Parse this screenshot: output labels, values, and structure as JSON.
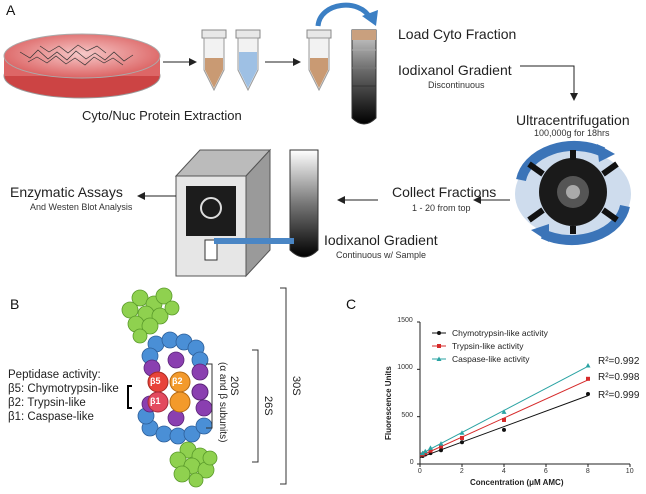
{
  "panels": {
    "a": "A",
    "b": "B",
    "c": "C"
  },
  "panel_a": {
    "extraction_label": "Cyto/Nuc Protein Extraction",
    "load_label": "Load Cyto Fraction",
    "gradient_label": "Iodixanol Gradient",
    "gradient_sub": "Discontinuous",
    "ultra_label": "Ultracentrifugation",
    "ultra_sub": "100,000g for 18hrs",
    "collect_label": "Collect Fractions",
    "collect_sub": "1 - 20 from top",
    "gradient2_label": "Iodixanol Gradient",
    "gradient2_sub": "Continuous w/ Sample",
    "assay_label": "Enzymatic Assays",
    "assay_sub": "And Westen Blot Analysis"
  },
  "panel_b": {
    "title": "Peptidase activity:",
    "items": [
      "β5: Chymotrypsin-like",
      "β2: Trypsin-like",
      "β1: Caspase-like"
    ],
    "subunits": {
      "b5": "β5",
      "b2": "β2",
      "b1": "β1"
    },
    "label_20s": "20S",
    "label_20s_sub": "(α and β subunits)",
    "label_26s": "26S",
    "label_30s": "30S",
    "colors": {
      "cap": "#8fd14f",
      "alpha": "#4a8fd6",
      "beta_outer": "#8a3fb0",
      "b5": "#e8433a",
      "b2": "#f39a2b",
      "b1": "#e34a5e"
    }
  },
  "chart_data": {
    "type": "scatter",
    "xlabel": "Concentration (μM AMC)",
    "ylabel": "Fluorescence Units",
    "xlim": [
      0,
      10
    ],
    "ylim": [
      0,
      1500
    ],
    "xticks": [
      0,
      2,
      4,
      6,
      8,
      10
    ],
    "yticks": [
      0,
      500,
      1000,
      1500
    ],
    "legend_position": "top-left",
    "series": [
      {
        "name": "Chymotrypsin-like activity",
        "color": "#111111",
        "marker": "circle",
        "x": [
          0.125,
          0.25,
          0.5,
          1,
          2,
          4,
          8
        ],
        "y": [
          85,
          100,
          115,
          145,
          230,
          360,
          740
        ],
        "r2": "R²=0.999"
      },
      {
        "name": "Trypsin-like activity",
        "color": "#d62a2a",
        "marker": "square",
        "x": [
          0.125,
          0.25,
          0.5,
          1,
          2,
          4,
          8
        ],
        "y": [
          100,
          115,
          140,
          185,
          275,
          465,
          900
        ],
        "r2": "R²=0.998"
      },
      {
        "name": "Caspase-like activity",
        "color": "#2aa3a3",
        "marker": "triangle",
        "x": [
          0.125,
          0.25,
          0.5,
          1,
          2,
          4,
          8
        ],
        "y": [
          115,
          135,
          170,
          215,
          330,
          550,
          1040
        ],
        "r2": "R²=0.992"
      }
    ]
  }
}
